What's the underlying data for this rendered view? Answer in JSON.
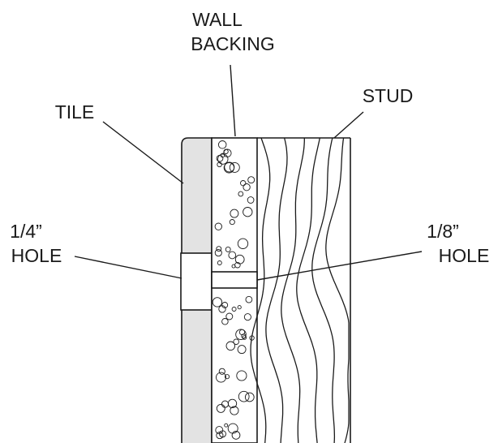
{
  "labels": {
    "wall_backing": [
      "WALL",
      "BACKING"
    ],
    "stud": "STUD",
    "tile": "TILE",
    "quarter_hole": [
      "1/4”",
      "HOLE"
    ],
    "eighth_hole": [
      "1/8”",
      "HOLE"
    ]
  },
  "colors": {
    "tile_fill": "#e3e3e3",
    "stroke": "#1a1a1a",
    "background": "#ffffff"
  }
}
